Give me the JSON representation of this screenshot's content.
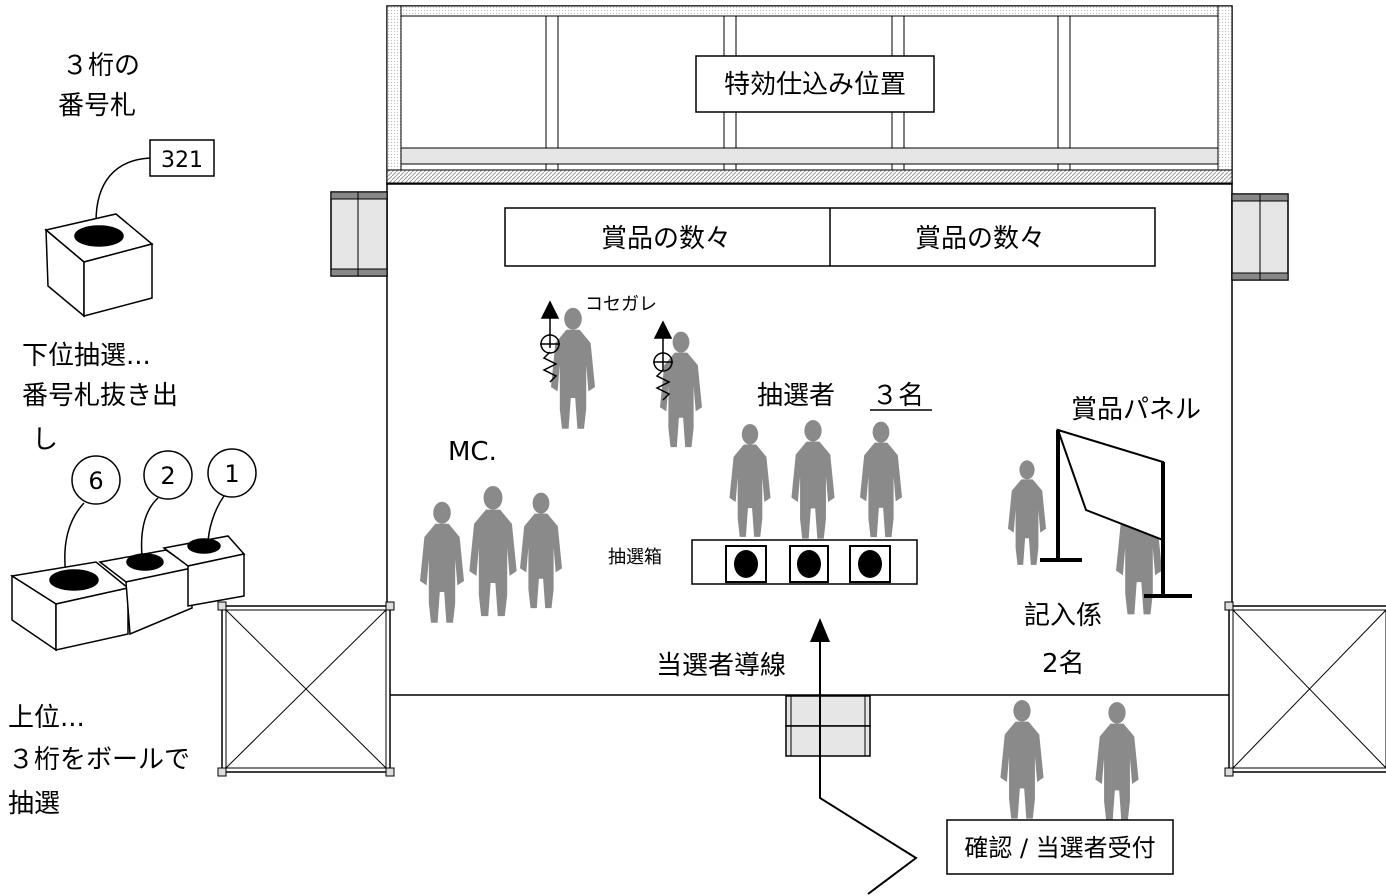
{
  "labels": {
    "effects_position": "特効仕込み位置",
    "prizes_left": "賞品の数々",
    "prizes_right": "賞品の数々",
    "kosegare": "コセガレ",
    "drawers": "抽選者",
    "drawers_count": "３名",
    "prize_panel": "賞品パネル",
    "mc": "MC.",
    "lottery_box": "抽選箱",
    "recorder_line1": "記入係",
    "recorder_line2": "2名",
    "winner_route": "当選者導線",
    "reception": "確認 / 当選者受付"
  },
  "side_notes": {
    "three_digit_line1": "３桁の",
    "three_digit_line2": "番号札",
    "number_tag": "321",
    "lower_line1": "下位抽選...",
    "lower_line2": "番号札抜き出",
    "lower_line3": "し",
    "ball_6": "6",
    "ball_2": "2",
    "ball_1": "1",
    "upper_line1": "上位...",
    "upper_line2": "３桁をボールで",
    "upper_line3": "抽選"
  },
  "colors": {
    "figure": "#8a8a8a",
    "truss_fill": "#e6e6e6",
    "hatch": "#9a9a9a"
  },
  "icons": [
    "microphone-stand-icon",
    "person-silhouette-icon",
    "lottery-box-icon",
    "prize-panel-icon",
    "truss-tower-icon"
  ]
}
